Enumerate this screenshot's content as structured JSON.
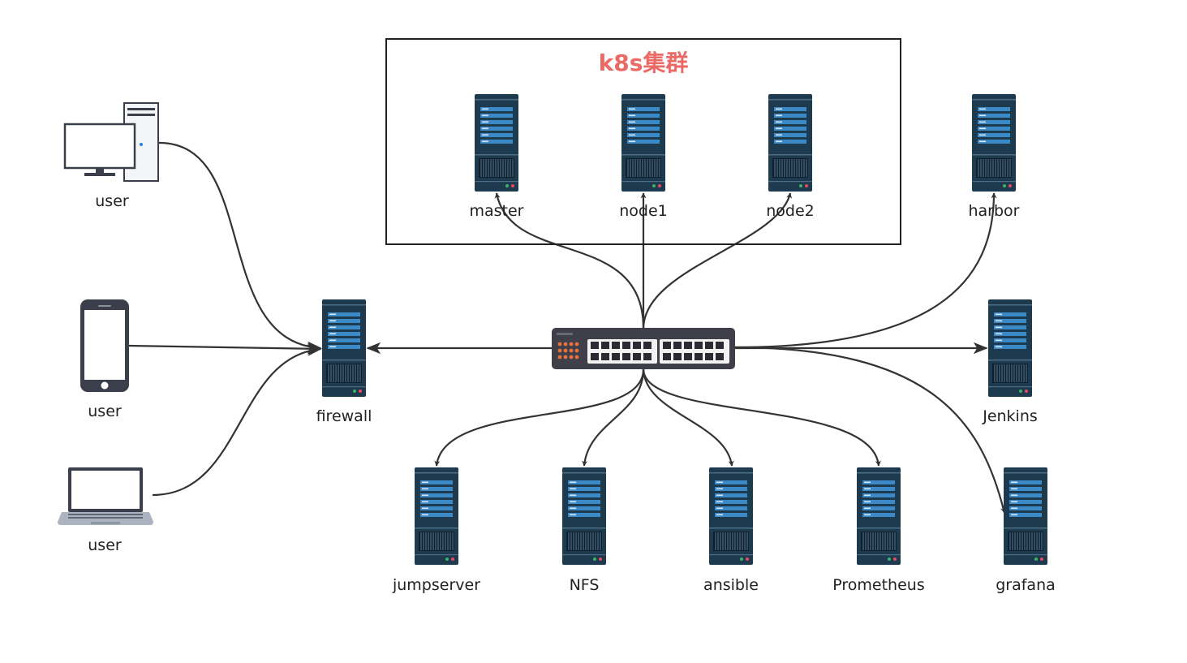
{
  "cluster": {
    "title": "k8s集群",
    "title_color": "#ea6b66"
  },
  "nodes": {
    "master": "master",
    "node1": "node1",
    "node2": "node2",
    "harbor": "harbor",
    "firewall": "firewall",
    "jenkins": "Jenkins",
    "jumpserver": "jumpserver",
    "nfs": "NFS",
    "ansible": "ansible",
    "prometheus": "Prometheus",
    "grafana": "grafana"
  },
  "clients": {
    "desktop": "user",
    "phone": "user",
    "laptop": "user"
  },
  "colors": {
    "server_body": "#1e3a4e",
    "server_stripe": "#3b89c7",
    "switch_body": "#3f3f4a",
    "switch_port_led": "#e9713d",
    "edge": "#333333"
  }
}
